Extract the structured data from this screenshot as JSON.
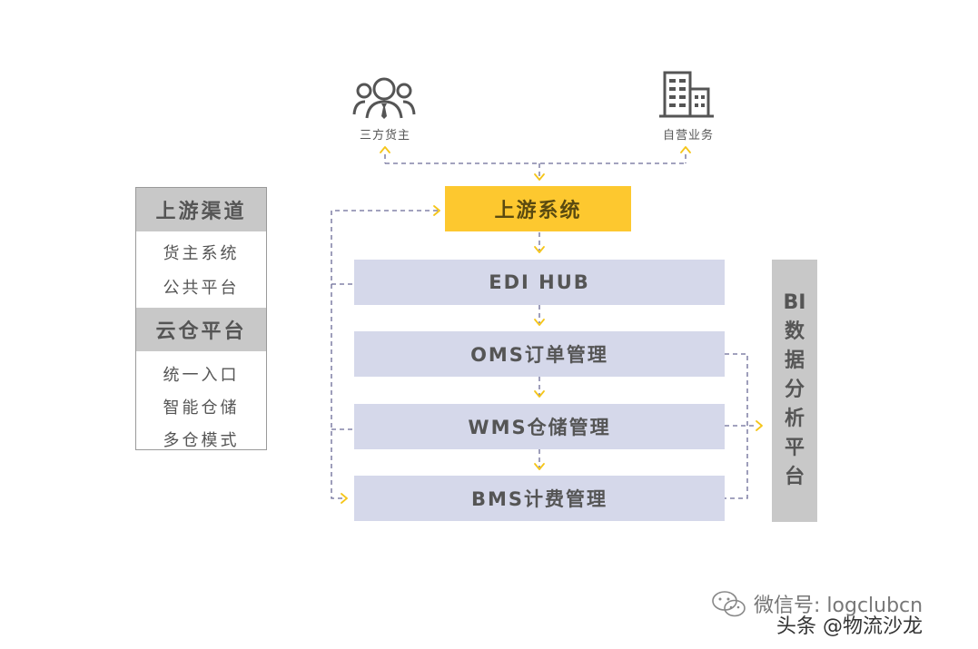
{
  "top": {
    "third_party": "三方货主",
    "self_operated": "自营业务"
  },
  "left_panel": {
    "header1": "上游渠道",
    "items1": [
      "货主系统",
      "公共平台"
    ],
    "header2": "云仓平台",
    "items2": [
      "统一入口",
      "智能仓储",
      "多仓模式"
    ]
  },
  "flow": {
    "upstream": "上游系统",
    "edi": "EDI HUB",
    "oms": "OMS订单管理",
    "wms": "WMS仓储管理",
    "bms": "BMS计费管理"
  },
  "bi": {
    "chars": [
      "BI",
      "数",
      "据",
      "分",
      "析",
      "平",
      "台"
    ]
  },
  "watermark": {
    "wechat": "微信号: logclubcn",
    "toutiao": "头条 @物流沙龙"
  },
  "colors": {
    "yellow": "#fdc82f",
    "lavender": "#d5d8ea",
    "gray": "#c8c8c8",
    "dashed_line": "#5a5a8a",
    "arrow": "#f5c518"
  }
}
